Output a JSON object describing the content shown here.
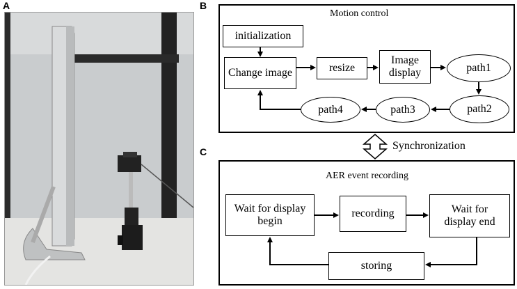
{
  "panels": {
    "a_letter": "A",
    "b_letter": "B",
    "c_letter": "C"
  },
  "motion_control": {
    "title": "Motion control",
    "nodes": {
      "initialization": "initialization",
      "change_image": "Change image",
      "resize": "resize",
      "image_display": "Image display",
      "path1": "path1",
      "path2": "path2",
      "path3": "path3",
      "path4": "path4"
    }
  },
  "synchronization_label": "Synchronization",
  "aer_recording": {
    "title": "AER event recording",
    "nodes": {
      "wait_begin": "Wait for display begin",
      "recording": "recording",
      "wait_end": "Wait for display end",
      "storing": "storing"
    }
  }
}
